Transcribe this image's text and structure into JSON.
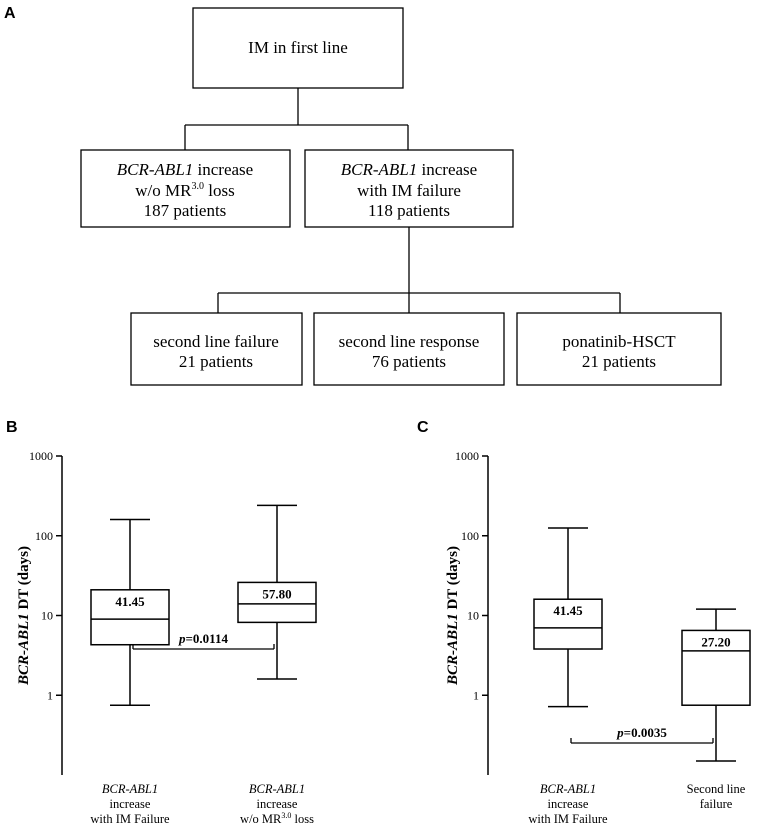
{
  "panels": {
    "a": "A",
    "b": "B",
    "c": "C"
  },
  "flow": {
    "root": "IM in first line",
    "left": {
      "gene": "BCR-ABL1",
      "rest": " increase",
      "line2a": "w/o MR",
      "line2sup": "3.0",
      "line2b": " loss",
      "line3": "187 patients"
    },
    "right": {
      "gene": "BCR-ABL1",
      "rest": "  increase",
      "line2": "with IM failure",
      "line3": "118 patients"
    },
    "leaf1": {
      "line1": "second line failure",
      "line2": "21 patients"
    },
    "leaf2": {
      "line1": "second line response",
      "line2": "76 patients"
    },
    "leaf3": {
      "line1": "ponatinib-HSCT",
      "line2": "21 patients"
    }
  },
  "axis": {
    "ylabel_gene": "BCR-ABL1",
    "ylabel_rest": " DT (days)"
  },
  "chart_data": [
    {
      "type": "box",
      "panel": "B",
      "yscale": "log",
      "ylim": [
        0.1,
        1000
      ],
      "yticks": [
        1,
        10,
        100,
        1000
      ],
      "ytick_labels": [
        "1",
        "10",
        "100",
        "1000"
      ],
      "ylabel": "BCR-ABL1 DT (days)",
      "categories": [
        {
          "lines": [
            "BCR-ABL1",
            "increase",
            "with IM Failure"
          ],
          "italic_first": true,
          "sup": null
        },
        {
          "lines": [
            "BCR-ABL1",
            "increase",
            "w/o MR",
            "3.0",
            " loss"
          ],
          "italic_first": true,
          "sup": true
        }
      ],
      "boxes": [
        {
          "min": 0.75,
          "q1": 4.3,
          "median": 9,
          "q3": 21,
          "max": 160,
          "label": "41.45"
        },
        {
          "min": 1.6,
          "q1": 8.2,
          "median": 14,
          "q3": 26,
          "max": 240,
          "label": "57.80"
        }
      ],
      "comparison": {
        "label_p": "p",
        "label_rest": "=0.0114"
      }
    },
    {
      "type": "box",
      "panel": "C",
      "yscale": "log",
      "ylim": [
        0.1,
        1000
      ],
      "yticks": [
        1,
        10,
        100,
        1000
      ],
      "ytick_labels": [
        "1",
        "10",
        "100",
        "1000"
      ],
      "ylabel": "BCR-ABL1 DT (days)",
      "categories": [
        {
          "lines": [
            "BCR-ABL1",
            "increase",
            "with IM Failure"
          ],
          "italic_first": true,
          "sup": null
        },
        {
          "lines": [
            "Second line",
            "failure"
          ],
          "italic_first": false,
          "sup": null
        }
      ],
      "boxes": [
        {
          "min": 0.72,
          "q1": 3.8,
          "median": 7,
          "q3": 16,
          "max": 125,
          "label": "41.45"
        },
        {
          "min": 0.15,
          "q1": 0.75,
          "median": 3.6,
          "q3": 6.5,
          "max": 12,
          "label": "27.20"
        }
      ],
      "comparison": {
        "label_p": "p",
        "label_rest": "=0.0035"
      }
    }
  ]
}
